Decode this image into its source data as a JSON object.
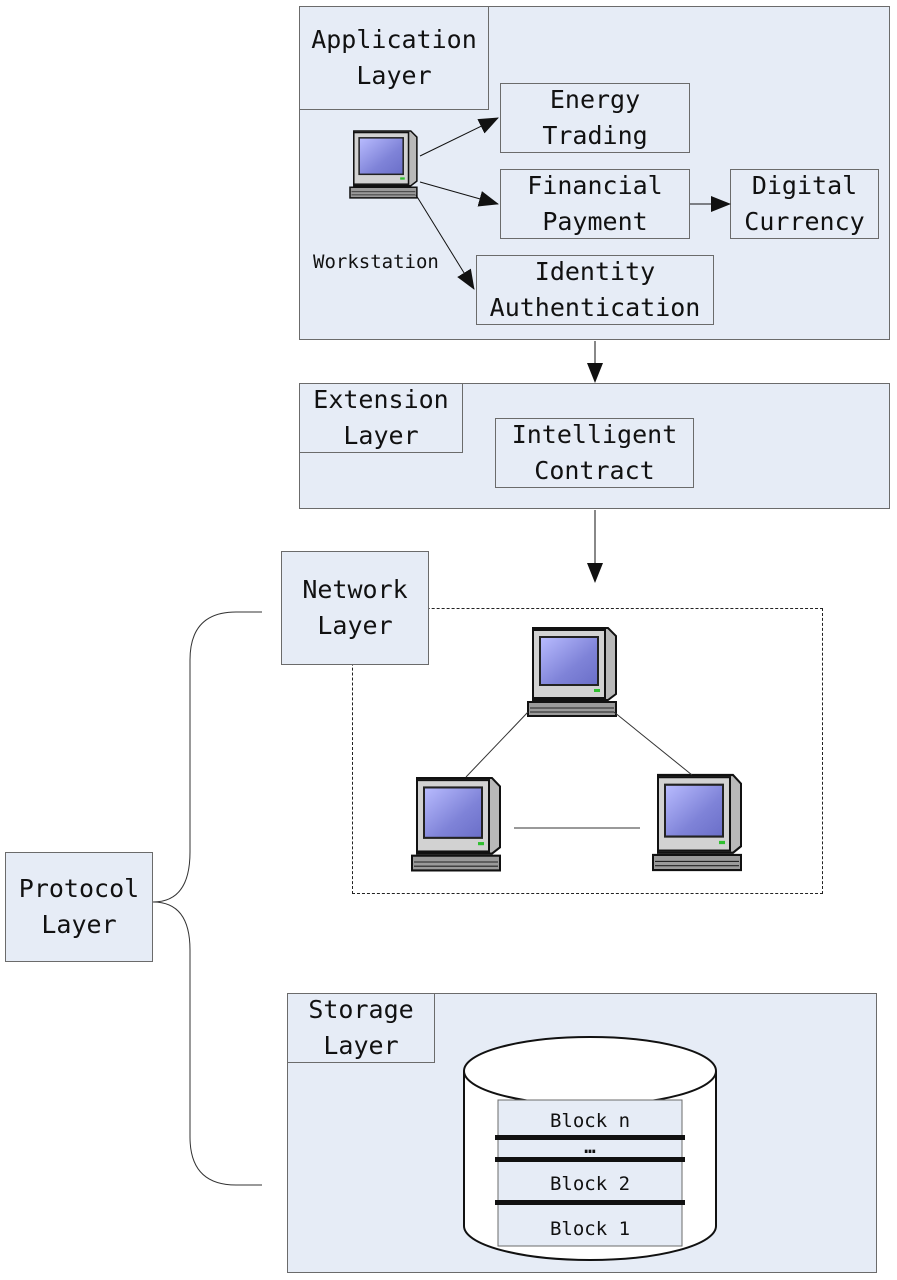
{
  "layers": {
    "application": {
      "line1": "Application",
      "line2": "Layer"
    },
    "extension": {
      "line1": "Extension",
      "line2": "Layer"
    },
    "network": {
      "line1": "Network",
      "line2": "Layer"
    },
    "protocol": {
      "line1": "Protocol",
      "line2": "Layer"
    },
    "storage": {
      "line1": "Storage",
      "line2": "Layer"
    }
  },
  "application_items": {
    "energy_trading": {
      "line1": "Energy",
      "line2": "Trading"
    },
    "financial_payment": {
      "line1": "Financial",
      "line2": "Payment"
    },
    "digital_currency": {
      "line1": "Digital",
      "line2": "Currency"
    },
    "identity_authentication": {
      "line1": "Identity",
      "line2": "Authentication"
    },
    "workstation_label": "Workstation"
  },
  "extension_items": {
    "intelligent_contract": {
      "line1": "Intelligent",
      "line2": "Contract"
    }
  },
  "storage_blocks": {
    "block_n": "Block n",
    "ellipsis": "…",
    "block_2": "Block 2",
    "block_1": "Block 1"
  },
  "colors": {
    "panel_fill": "#e6ecf6",
    "border": "#6b6b6b",
    "screen": "#8c8fe0"
  },
  "icons": [
    "workstation-computer-icon",
    "network-node-computer-icon",
    "database-cylinder-icon"
  ]
}
